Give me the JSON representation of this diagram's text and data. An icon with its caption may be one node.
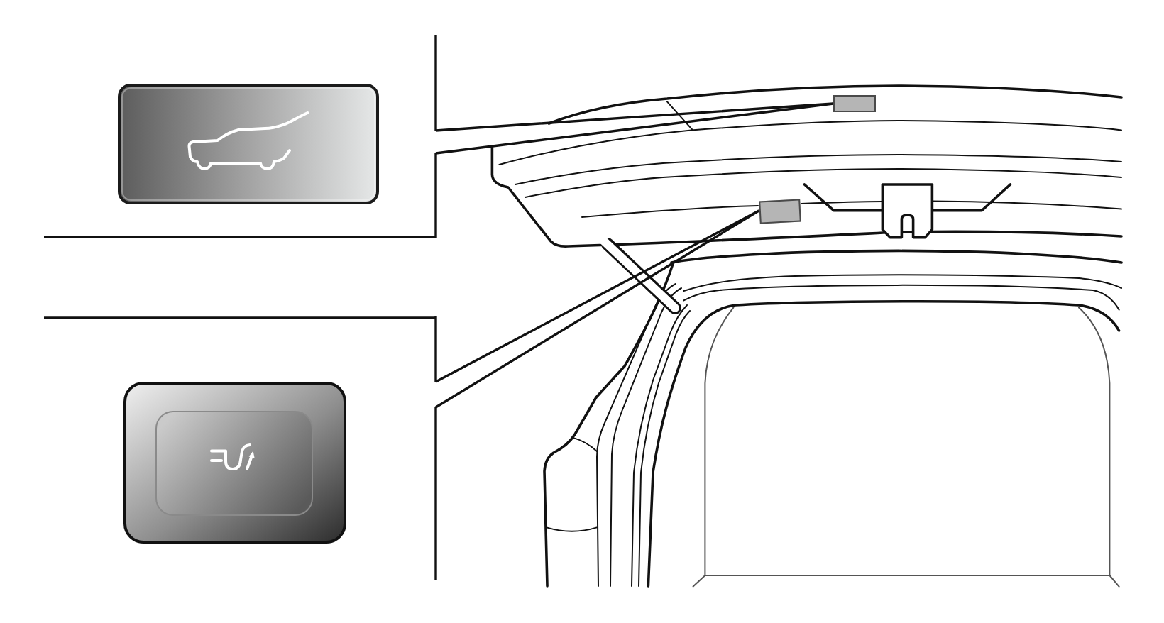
{
  "diagram": {
    "nodes": [
      {
        "text": [],
        "shape": "frame"
      },
      {
        "text": [],
        "shape": "button",
        "in": 0
      },
      {
        "text": [],
        "shape": "box"
      },
      {
        "text": [],
        "shape": "frame"
      },
      {
        "text": [],
        "shape": "button",
        "in": 3
      },
      {
        "text": [],
        "shape": "box"
      }
    ],
    "edges": [
      {
        "from": 0,
        "to": 2,
        "arrow": "none"
      },
      {
        "from": 3,
        "to": 5,
        "arrow": "none"
      }
    ]
  }
}
